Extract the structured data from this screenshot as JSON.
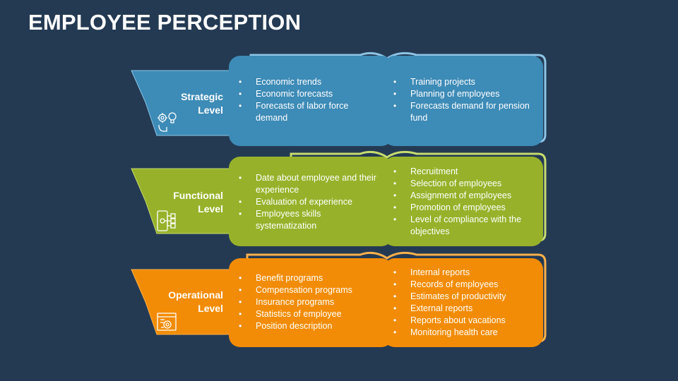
{
  "title": "EMPLOYEE PERCEPTION",
  "levels": [
    {
      "label_line1": "Strategic",
      "label_line2": "Level",
      "icon": "gear-bulb-head-icon",
      "color": "#3d8bb7",
      "light": "#a9d3ec",
      "left_items": [
        "Economic trends",
        "Economic forecasts",
        "Forecasts of labor force demand"
      ],
      "right_items": [
        "Training projects",
        "Planning of employees",
        "Forecasts demand for pension fund"
      ]
    },
    {
      "label_line1": "Functional",
      "label_line2": "Level",
      "icon": "mobile-network-icon",
      "color": "#97b22a",
      "light": "#d5e88a",
      "left_items": [
        "Date about employee and their experience",
        "Evaluation of experience",
        "Employees skills systematization"
      ],
      "right_items": [
        "Recruitment",
        "Selection of employees",
        "Assignment of employees",
        "Promotion of employees",
        "Level of compliance with the objectives"
      ]
    },
    {
      "label_line1": "Operational",
      "label_line2": "Level",
      "icon": "document-badge-icon",
      "color": "#f28c06",
      "light": "#fcc06a",
      "left_items": [
        "Benefit programs",
        "Compensation programs",
        " Insurance programs",
        "Statistics of employee",
        "Position description"
      ],
      "right_items": [
        "Internal reports",
        "Records of employees",
        "Estimates of productivity",
        "External reports",
        "Reports about vacations",
        "Monitoring health care"
      ]
    }
  ]
}
